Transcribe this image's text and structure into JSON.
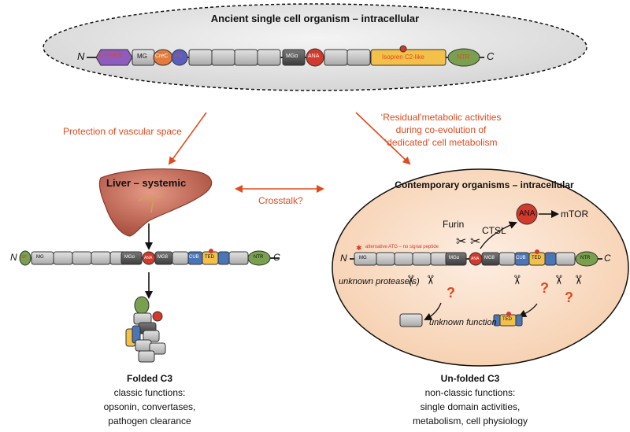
{
  "top": {
    "title": "Ancient single cell organism – intracellular",
    "n_term": "N",
    "c_term": "C",
    "domains": [
      "L-7-TM-R",
      "MG",
      "CreC",
      "FN",
      "MGα",
      "ANA",
      "Isopren C2-like",
      "NTR"
    ]
  },
  "arrows": {
    "left_label": "Protection of vascular space",
    "right_label_1": "‘Residual’metabolic activities",
    "right_label_2": "during co-evolution of",
    "right_label_3": "‘dedicated’ cell metabolism",
    "crosstalk": "Crosstalk?"
  },
  "left": {
    "liver_title": "Liver – systemic",
    "n_term": "N",
    "c_term": "C",
    "domains": [
      "SP",
      "MG",
      "MGα",
      "ANA",
      "MG8",
      "CUB",
      "TED",
      "NTR"
    ],
    "folded_title": "Folded C3",
    "folded_line1": "classic functions:",
    "folded_line2": "opsonin, convertases,",
    "folded_line3": "pathogen clearance"
  },
  "right": {
    "title": "Contemporary organisms – intracellular",
    "furin": "Furin",
    "ctsl": "CTSL",
    "ana": "ANA",
    "mtor": "mTOR",
    "alt_atg": "alternative ATG – no signal peptide",
    "n_term": "N",
    "c_term": "C",
    "domains": [
      "MG",
      "MGα",
      "ANA",
      "MG8",
      "CUB",
      "TED",
      "NTR"
    ],
    "unknown_protease": "unknown protease(s)",
    "unknown_function": "unknown function",
    "ted_fragment": "TED",
    "question": "?",
    "unfolded_title": "Un-folded C3",
    "unfolded_line1": "non-classic functions:",
    "unfolded_line2": "single domain activities,",
    "unfolded_line3": "metabolism, cell physiology"
  },
  "colors": {
    "accent_red": "#e04a1e",
    "domain_grey": "#c8c8c8",
    "dark_grey": "#4a4a4a",
    "ana_red": "#d33a2c",
    "ntr_green": "#79a04e",
    "ted_yellow": "#f3c14a",
    "cub_blue": "#4a76b8",
    "oval_grey": "#e6e6e6",
    "cell_peach": "#fbe2cf",
    "liver": "#c76a55"
  }
}
